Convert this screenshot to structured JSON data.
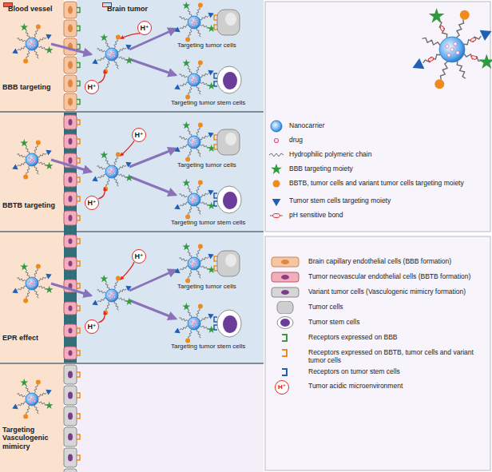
{
  "diagram": {
    "nodes": [
      {
        "text": [
          "BBB targeting"
        ]
      },
      {
        "text": [
          "Blood vessel"
        ],
        "in": 0
      },
      {
        "text": [
          "Brain tumor"
        ],
        "in": 0
      },
      {
        "text": [
          "H⁺"
        ],
        "in": 0
      },
      {
        "text": [
          "H⁺"
        ],
        "in": 0
      },
      {
        "text": [
          "BBTB targeting"
        ]
      },
      {
        "text": [
          "H⁺"
        ],
        "in": 5
      },
      {
        "text": [
          "H⁺"
        ],
        "in": 5
      },
      {
        "text": [
          "EPR effect"
        ]
      },
      {
        "text": [
          "H⁺"
        ],
        "in": 8
      },
      {
        "text": [
          "H⁺"
        ],
        "in": 8
      },
      {
        "text": [
          "Targeting Vasculogenic mimicry"
        ]
      },
      {
        "text": [
          "H⁺"
        ]
      }
    ],
    "labels": [
      "Targeting tumor cells",
      "Targeting tumor stem cells",
      "Targeting tumor cells",
      "Targeting tumor stem cells",
      "Targeting tumor cells",
      "Targeting tumor stem cells"
    ],
    "legend": [
      {
        "text": "Nanocarrier"
      },
      {
        "text": "drug"
      },
      {
        "text": "Hydrophilic polymeric chain"
      },
      {
        "text": "BBB targeting moiety"
      },
      {
        "text": "BBTB, tumor cells and variant tumor cells targeting moiety"
      },
      {
        "text": "Tumor stem cells targeting moiety"
      },
      {
        "text": "pH sensitive bond"
      },
      {
        "text": "Brain capillary endothelial cells (BBB formation)"
      },
      {
        "text": "Tumor neovascular endothelial cells (BBTB formation)"
      },
      {
        "text": "Variant tumor cells (Vasculogenic mimicry formation)"
      },
      {
        "text": "Tumor cells"
      },
      {
        "text": "Tumor stem cells"
      },
      {
        "text": "Receptors expressed on BBB"
      },
      {
        "text": "Receptors expressed on BBTB, tumor cells and variant tumor cells"
      },
      {
        "text": "Receptors on tumor stem cells"
      },
      {
        "text": "Tumor acidic microenvironment"
      }
    ]
  }
}
